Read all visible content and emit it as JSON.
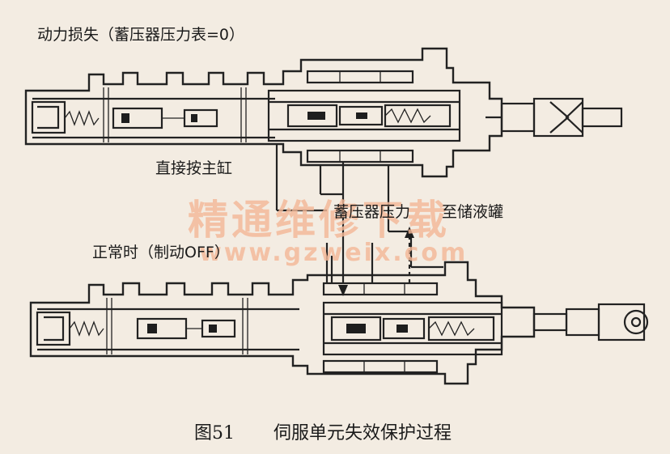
{
  "labels": {
    "top_state": "动力损失（蓄压器压力表=0）",
    "direct_press": "直接按主缸",
    "accumulator_pressure": "蓄压器压力",
    "to_reservoir": "至储液罐",
    "bottom_state": "正常时（制动OFF）"
  },
  "watermark": {
    "name": "精通维修下载",
    "url": "www.gzweix.com"
  },
  "caption": {
    "number": "图51",
    "title": "伺服单元失效保护过程"
  },
  "colors": {
    "line": "#222222",
    "paper": "#f3ece2",
    "watermark": "#f3b898"
  }
}
